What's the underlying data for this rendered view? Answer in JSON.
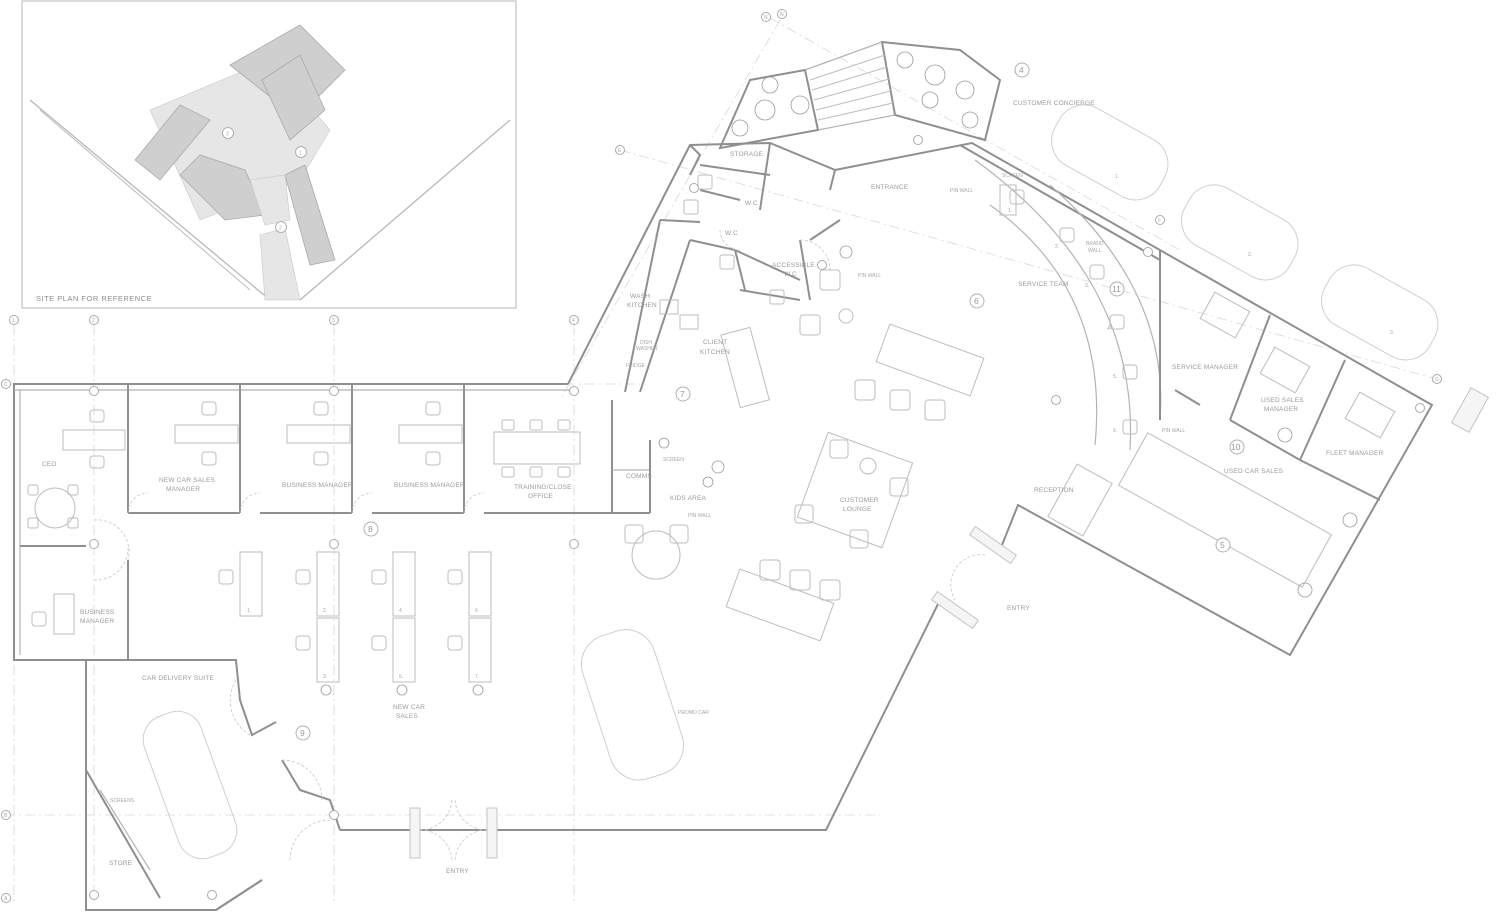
{
  "site_plan": {
    "title": "SITE PLAN FOR REFERENCE",
    "markers": [
      "3",
      "1",
      "2"
    ]
  },
  "grid_labels": {
    "top": [
      "1",
      "2",
      "3",
      "4"
    ],
    "left": [
      "C",
      "B",
      "A"
    ],
    "diag": [
      "N",
      "N",
      "E",
      "F",
      "G"
    ]
  },
  "zone_numbers": {
    "z4": "4",
    "z6": "6",
    "z7": "7",
    "z8": "8",
    "z9": "9",
    "z5": "5",
    "z10": "10",
    "z11": "11"
  },
  "rooms": {
    "ceo": "CEO",
    "new_car_sales_manager_1": "NEW CAR SALES",
    "new_car_sales_manager_2": "MANAGER",
    "business_manager_a": "BUSINESS MANAGER",
    "business_manager_b": "BUSINESS MANAGER",
    "training_1": "TRAINING/CLOSE",
    "training_2": "OFFICE",
    "comms": "COMMS",
    "business_manager_left_1": "BUSINESS",
    "business_manager_left_2": "MANAGER",
    "car_delivery_suite": "CAR DELIVERY SUITE",
    "screens": "SCREENS",
    "store": "STORE",
    "entry_bottom": "ENTRY",
    "new_car_sales_1": "NEW CAR",
    "new_car_sales_2": "SALES",
    "promo_car": "PROMO CAR",
    "kids_area": "KIDS AREA",
    "pin_wall_kids": "PIN WALL",
    "screen_kids": "SCREEN",
    "wash_kitchen_1": "WASH",
    "wash_kitchen_2": "KITCHEN",
    "dishwasher_1": "DISH",
    "dishwasher_2": "WASHER",
    "fridge": "FRIDGE",
    "client_kitchen_1": "CLIENT",
    "client_kitchen_2": "KITCHEN",
    "storage": "STORAGE",
    "wc1": "W.C",
    "wc2": "W.C",
    "accessible_wc_1": "ACCESSIBLE",
    "accessible_wc_2": "W.C",
    "entrance": "ENTRANCE",
    "pin_wall_top": "PIN WALL",
    "pin_wall_mid": "PIN WALL",
    "customer_concierge": "CUSTOMER CONCIERGE",
    "screen_top": "SCREEN",
    "service_team": "SERVICE TEAM",
    "brand_wall_1": "BRAND",
    "brand_wall_2": "WALL",
    "customer_lounge_1": "CUSTOMER",
    "customer_lounge_2": "LOUNGE",
    "service_manager": "SERVICE MANAGER",
    "used_sales_manager_1": "USED SALES",
    "used_sales_manager_2": "MANAGER",
    "fleet_manager": "FLEET MANAGER",
    "used_car_sales": "USED CAR SALES",
    "pin_wall_right": "PIN WALL",
    "reception": "RECEPTION",
    "entry_right": "ENTRY"
  },
  "desk_numbers": [
    "1.",
    "2.",
    "3.",
    "4.",
    "5.",
    "6.",
    "7."
  ],
  "service_desk_numbers": [
    "1.",
    "2.",
    "3.",
    "4.",
    "5.",
    "6."
  ],
  "car_bay_numbers": [
    "1.",
    "2.",
    "3."
  ]
}
